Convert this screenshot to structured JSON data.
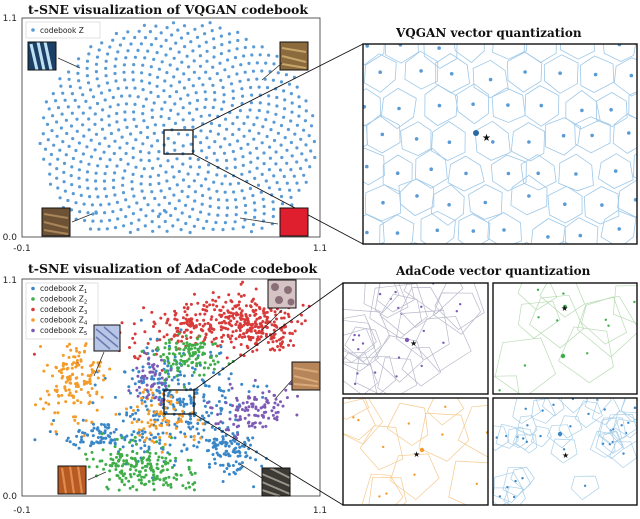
{
  "top_title": "t-SNE visualization of VQGAN codebook",
  "bottom_title": "t-SNE visualization of AdaCode codebook",
  "vq_title": "VQGAN vector quantization",
  "ada_title": "AdaCode vector quantization",
  "top_legend": [
    "codebook Z"
  ],
  "bottom_legend": [
    {
      "text": "codebook Z",
      "sub": "1"
    },
    {
      "text": "codebook Z",
      "sub": "2"
    },
    {
      "text": "codebook Z",
      "sub": "3"
    },
    {
      "text": "codebook Z",
      "sub": "4"
    },
    {
      "text": "codebook Z",
      "sub": "5"
    }
  ],
  "ticks": {
    "xmin": "-0.1",
    "xmax": "1.1",
    "ymin": "0.0",
    "ymax": "1.1"
  },
  "colors": {
    "z": "#5b9bd5",
    "z1": "#3a87c8",
    "z2": "#3fae49",
    "z3": "#d83a3a",
    "z4": "#f39c2a",
    "z5": "#7d5bb5",
    "voronoi": "#9ec8e8",
    "swatch_red": "#e01f2e"
  }
}
